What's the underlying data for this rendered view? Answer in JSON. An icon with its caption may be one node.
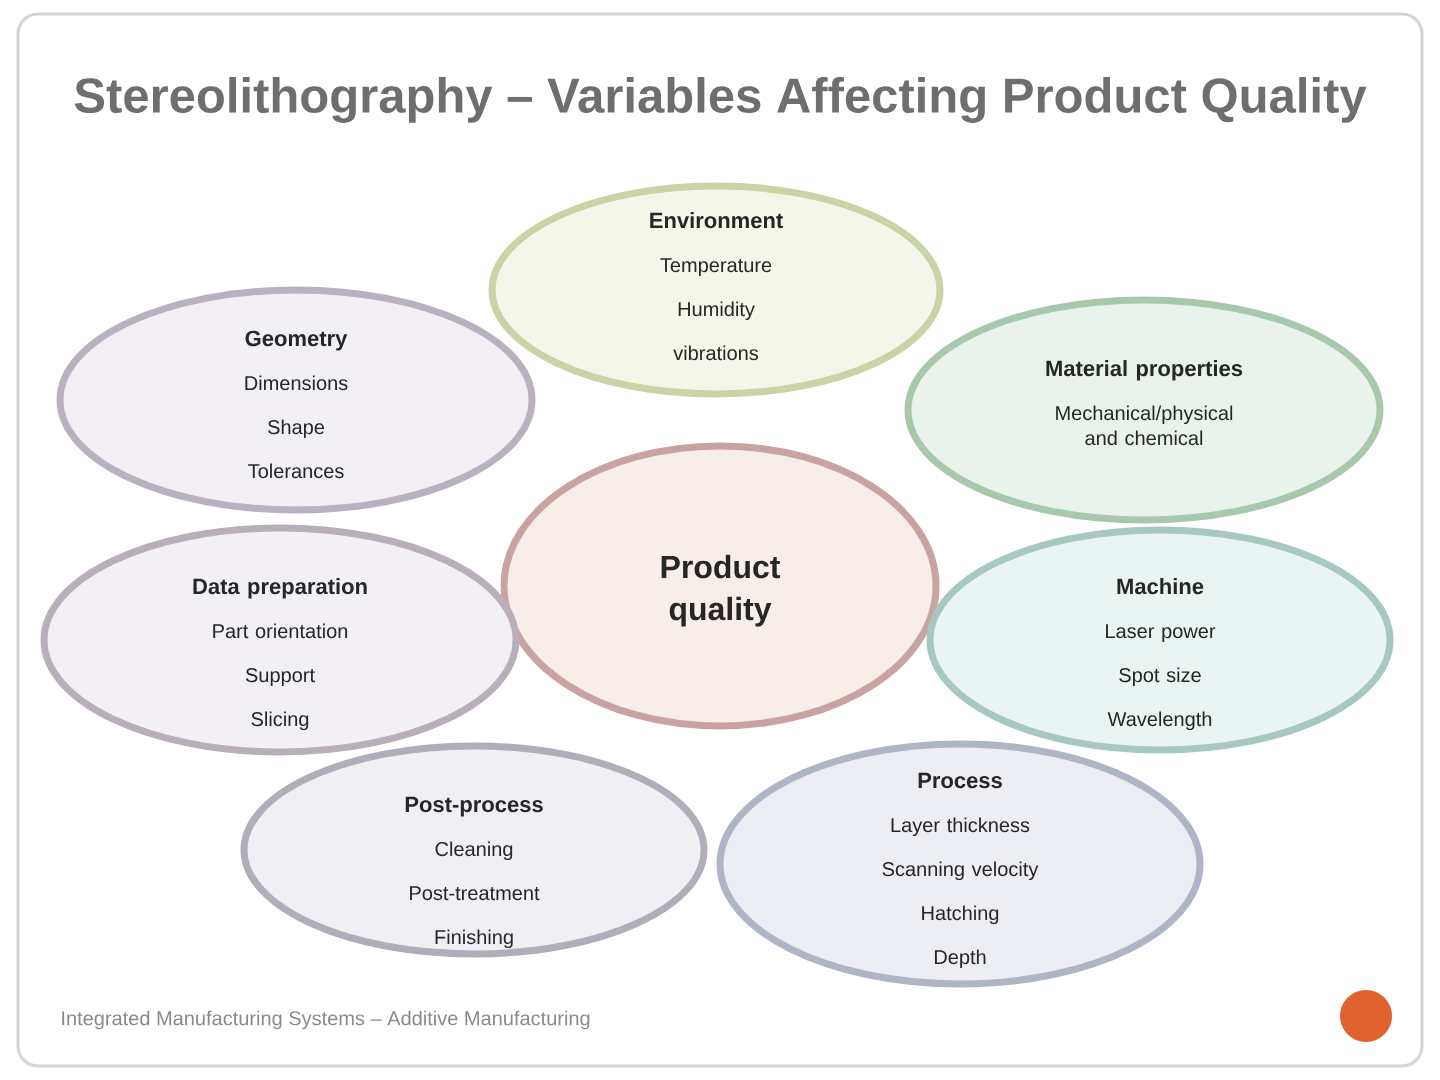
{
  "diagram": {
    "title": "Stereolithography – Variables Affecting Product Quality",
    "nodes": [
      {
        "text": [
          "Environment",
          "Temperature",
          "Humidity",
          "vibrations"
        ]
      },
      {
        "text": [
          "Geometry",
          "Dimensions",
          "Shape",
          "Tolerances"
        ]
      },
      {
        "text": [
          "Material properties",
          "Mechanical/physical and chemical"
        ]
      },
      {
        "text": [
          "Product quality"
        ]
      },
      {
        "text": [
          "Data preparation",
          "Part orientation",
          "Support",
          "Slicing"
        ]
      },
      {
        "text": [
          "Machine",
          "Laser power",
          "Spot size",
          "Wavelength"
        ]
      },
      {
        "text": [
          "Post-process",
          "Cleaning",
          "Post-treatment",
          "Finishing"
        ]
      },
      {
        "text": [
          "Process",
          "Layer thickness",
          "Scanning velocity",
          "Hatching",
          "Depth"
        ]
      }
    ],
    "labels": [
      "Integrated Manufacturing Systems – Additive Manufacturing"
    ]
  }
}
